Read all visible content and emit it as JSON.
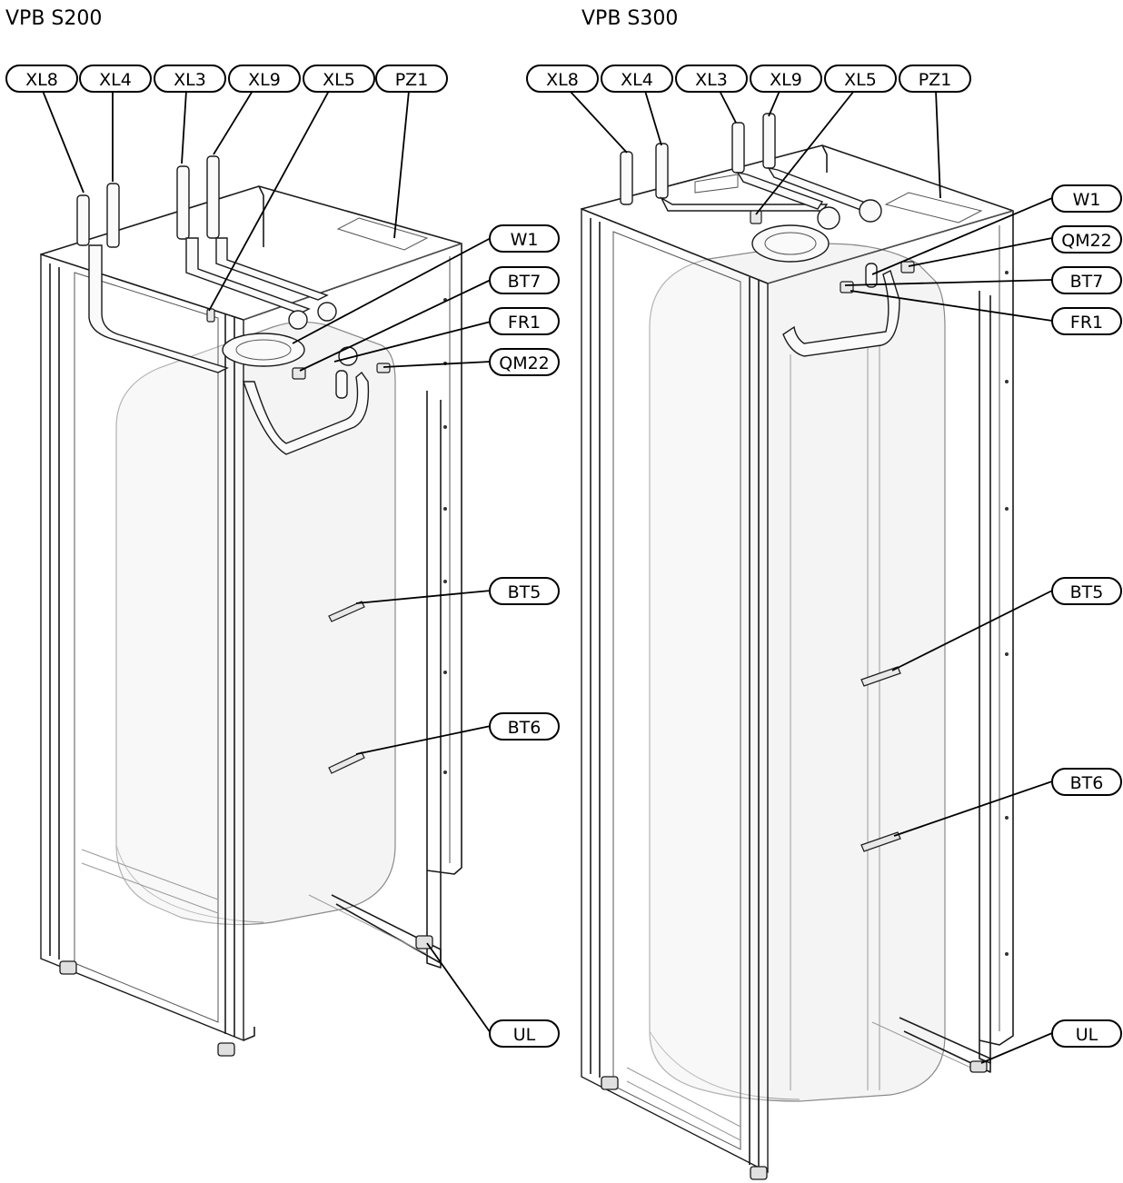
{
  "titles": {
    "left": "VPB S200",
    "right": "VPB S300"
  },
  "labels": {
    "left": {
      "XL8": "XL8",
      "XL4": "XL4",
      "XL3": "XL3",
      "XL9": "XL9",
      "XL5": "XL5",
      "PZ1": "PZ1",
      "W1": "W1",
      "BT7": "BT7",
      "FR1": "FR1",
      "QM22": "QM22",
      "BT5": "BT5",
      "BT6": "BT6",
      "UL": "UL"
    },
    "right": {
      "XL8": "XL8",
      "XL4": "XL4",
      "XL3": "XL3",
      "XL9": "XL9",
      "XL5": "XL5",
      "PZ1": "PZ1",
      "W1": "W1",
      "QM22": "QM22",
      "BT7": "BT7",
      "FR1": "FR1",
      "BT5": "BT5",
      "BT6": "BT6",
      "UL": "UL"
    }
  },
  "colors": {
    "line": "#000000",
    "background": "#ffffff",
    "tank_fill": "#f4f4f4"
  }
}
